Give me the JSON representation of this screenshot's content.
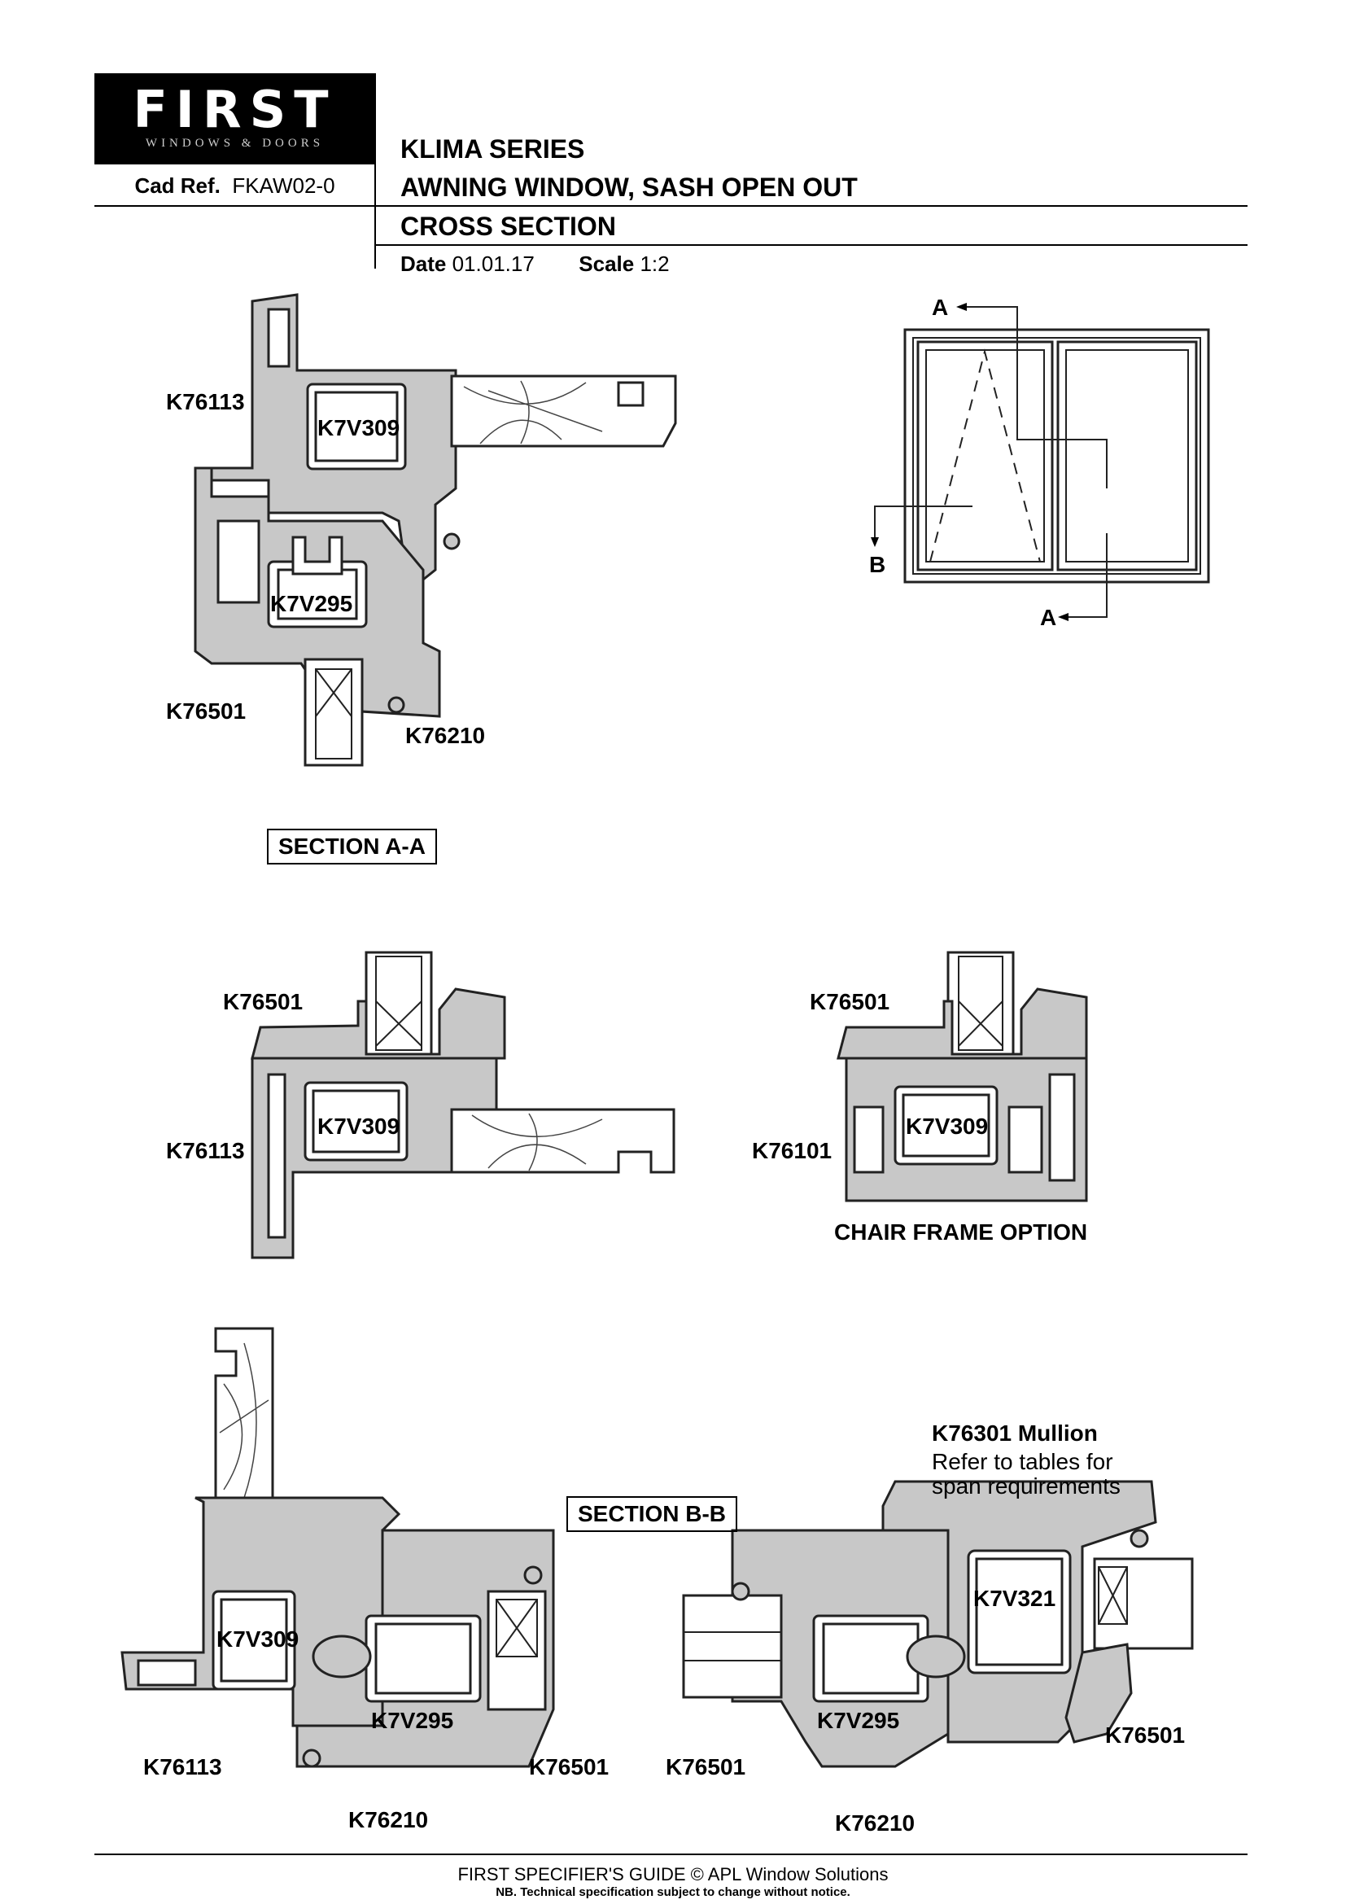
{
  "header": {
    "logo_text": "FIRST",
    "logo_sub": "WINDOWS & DOORS",
    "cad_ref_label": "Cad Ref.",
    "cad_ref_value": "FKAW02-0",
    "series": "KLIMA SERIES",
    "product": "AWNING WINDOW, SASH OPEN OUT",
    "view": "CROSS SECTION",
    "date_label": "Date",
    "date_value": "01.01.17",
    "scale_label": "Scale",
    "scale_value": "1:2"
  },
  "section_aa": {
    "title": "SECTION A-A",
    "labels": {
      "frame": "K76113",
      "reinforce_top": "K7V309",
      "reinforce_sash": "K7V295",
      "sash": "K76501",
      "bead": "K76210"
    }
  },
  "elevation": {
    "marker_a_top": "A",
    "marker_a_bottom": "A",
    "marker_b": "B"
  },
  "sill_left": {
    "sash": "K76501",
    "reinforce": "K7V309",
    "frame": "K76113"
  },
  "sill_right": {
    "sash": "K76501",
    "reinforce": "K7V309",
    "frame": "K76101",
    "caption": "CHAIR FRAME OPTION"
  },
  "section_bb": {
    "title": "SECTION B-B",
    "left": {
      "reinforce_frame": "K7V309",
      "reinforce_sash": "K7V295",
      "frame": "K76113",
      "sash": "K76501",
      "bead": "K76210"
    },
    "right": {
      "mullion_title": "K76301 Mullion",
      "mullion_note_1": "Refer to tables for",
      "mullion_note_2": "span requirements",
      "reinforce_mullion": "K7V321",
      "reinforce_sash": "K7V295",
      "sash_left": "K76501",
      "sash_right": "K76501",
      "bead": "K76210"
    }
  },
  "footer": {
    "line1": "FIRST SPECIFIER'S GUIDE  © APL Window Solutions",
    "line2": "NB. Technical specification subject to change without notice."
  }
}
